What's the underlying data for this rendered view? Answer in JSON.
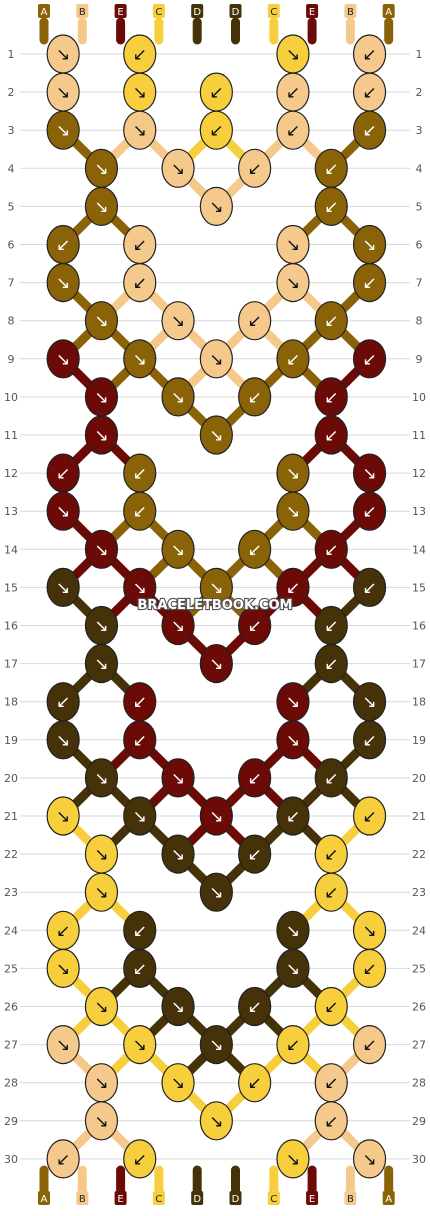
{
  "colors": {
    "A": "#8a6208",
    "B": "#f5c98b",
    "E": "#6b0a06",
    "C": "#f7cf3d",
    "D": "#463208"
  },
  "strings_top": [
    "A",
    "B",
    "E",
    "C",
    "D",
    "D",
    "C",
    "E",
    "B",
    "A"
  ],
  "strings_bottom": [
    "A",
    "B",
    "E",
    "C",
    "D",
    "D",
    "C",
    "E",
    "B",
    "A"
  ],
  "row_numbers": [
    "1",
    "2",
    "3",
    "4",
    "5",
    "6",
    "7",
    "8",
    "9",
    "10",
    "11",
    "12",
    "13",
    "14",
    "15",
    "16",
    "17",
    "18",
    "19",
    "20",
    "21",
    "22",
    "23",
    "24",
    "25",
    "26",
    "27",
    "28",
    "29",
    "30"
  ],
  "watermark": "BRACELETBOOK.COM",
  "knots": [
    [
      "B",
      "C",
      "C",
      "B"
    ],
    [
      "B",
      "C",
      "C",
      "B",
      "B"
    ],
    [
      "A",
      "B",
      "C",
      "B",
      "A"
    ],
    [
      "A",
      "B",
      "B",
      "A"
    ],
    [
      "A",
      "B",
      "A"
    ],
    [
      "A",
      "B",
      "B",
      "A"
    ],
    [
      "A",
      "B",
      "B",
      "A"
    ],
    [
      "A",
      "B",
      "B",
      "A"
    ],
    [
      "E",
      "A",
      "B",
      "A",
      "E"
    ],
    [
      "E",
      "A",
      "A",
      "E"
    ],
    [
      "E",
      "A",
      "E"
    ],
    [
      "E",
      "A",
      "A",
      "E"
    ],
    [
      "E",
      "A",
      "A",
      "E"
    ],
    [
      "E",
      "A",
      "A",
      "E"
    ],
    [
      "D",
      "E",
      "A",
      "E",
      "D"
    ],
    [
      "D",
      "E",
      "E",
      "D"
    ],
    [
      "D",
      "E",
      "D"
    ],
    [
      "D",
      "E",
      "E",
      "D"
    ],
    [
      "D",
      "E",
      "E",
      "D"
    ],
    [
      "D",
      "E",
      "E",
      "D"
    ],
    [
      "C",
      "D",
      "E",
      "D",
      "C"
    ],
    [
      "C",
      "D",
      "D",
      "C"
    ],
    [
      "C",
      "D",
      "C"
    ],
    [
      "C",
      "D",
      "D",
      "C"
    ],
    [
      "C",
      "D",
      "D",
      "C"
    ],
    [
      "C",
      "D",
      "D",
      "C"
    ],
    [
      "B",
      "C",
      "D",
      "C",
      "B"
    ],
    [
      "B",
      "C",
      "C",
      "B"
    ],
    [
      "B",
      "C",
      "B"
    ],
    [
      "B",
      "C",
      "C",
      "B"
    ]
  ],
  "knot_arrows": [
    [
      "↘",
      "↙",
      "↘",
      "↙"
    ],
    [
      "↘",
      "↘",
      "↙",
      "↙",
      "↙"
    ],
    [
      "↘",
      "↘",
      "↙",
      "↙",
      "↙"
    ],
    [
      "↘",
      "↘",
      "↙",
      "↙"
    ],
    [
      "↘",
      "↘",
      "↙"
    ],
    [
      "↙",
      "↙",
      "↘",
      "↘"
    ],
    [
      "↘",
      "↙",
      "↘",
      "↙"
    ],
    [
      "↘",
      "↘",
      "↙",
      "↙"
    ],
    [
      "↘",
      "↘",
      "↘",
      "↙",
      "↙"
    ],
    [
      "↘",
      "↘",
      "↙",
      "↙"
    ],
    [
      "↘",
      "↘",
      "↙"
    ],
    [
      "↙",
      "↙",
      "↘",
      "↘"
    ],
    [
      "↘",
      "↙",
      "↘",
      "↙"
    ],
    [
      "↘",
      "↘",
      "↙",
      "↙"
    ],
    [
      "↘",
      "↘",
      "↘",
      "↙",
      "↙"
    ],
    [
      "↘",
      "↘",
      "↙",
      "↙"
    ],
    [
      "↘",
      "↘",
      "↙"
    ],
    [
      "↙",
      "↙",
      "↘",
      "↘"
    ],
    [
      "↘",
      "↙",
      "↘",
      "↙"
    ],
    [
      "↘",
      "↘",
      "↙",
      "↙"
    ],
    [
      "↘",
      "↘",
      "↘",
      "↙",
      "↙"
    ],
    [
      "↘",
      "↘",
      "↙",
      "↙"
    ],
    [
      "↘",
      "↘",
      "↙"
    ],
    [
      "↙",
      "↙",
      "↘",
      "↘"
    ],
    [
      "↘",
      "↙",
      "↘",
      "↙"
    ],
    [
      "↘",
      "↘",
      "↙",
      "↙"
    ],
    [
      "↘",
      "↘",
      "↘",
      "↙",
      "↙"
    ],
    [
      "↘",
      "↘",
      "↙",
      "↙"
    ],
    [
      "↘",
      "↘",
      "↙"
    ],
    [
      "↙",
      "↙",
      "↘",
      "↘"
    ]
  ]
}
